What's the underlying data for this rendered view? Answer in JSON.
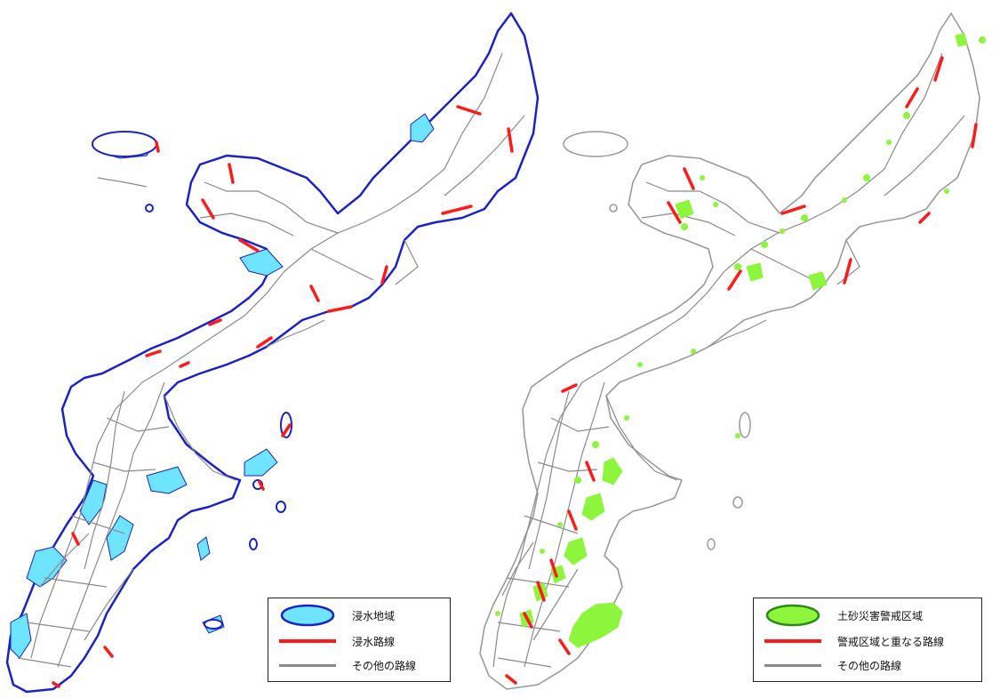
{
  "panels": [
    {
      "id": "flood",
      "legend": {
        "items": [
          {
            "type": "area",
            "label": "浸水地域",
            "fill": "#6fe4ff",
            "stroke": "#1a22c8"
          },
          {
            "type": "line",
            "label": "浸水路線",
            "color": "#ff1a1a"
          },
          {
            "type": "line",
            "label": "その他の路線",
            "color": "#8a8a8a"
          }
        ]
      }
    },
    {
      "id": "landslide",
      "legend": {
        "items": [
          {
            "type": "area",
            "label": "土砂災害警戒区域",
            "fill": "#8cf53c",
            "stroke": "#2a8a1a"
          },
          {
            "type": "line",
            "label": "警戒区域と重なる路線",
            "color": "#ff1a1a"
          },
          {
            "type": "line",
            "label": "その他の路線",
            "color": "#8a8a8a"
          }
        ]
      }
    }
  ],
  "colors": {
    "coast_flood": "#1a22c8",
    "coast_landslide": "#9a9a9a",
    "road": "#8a8a8a",
    "flood_area": "#6fe4ff",
    "landslide_area": "#8cf53c",
    "affected_road": "#ff1a1a"
  }
}
